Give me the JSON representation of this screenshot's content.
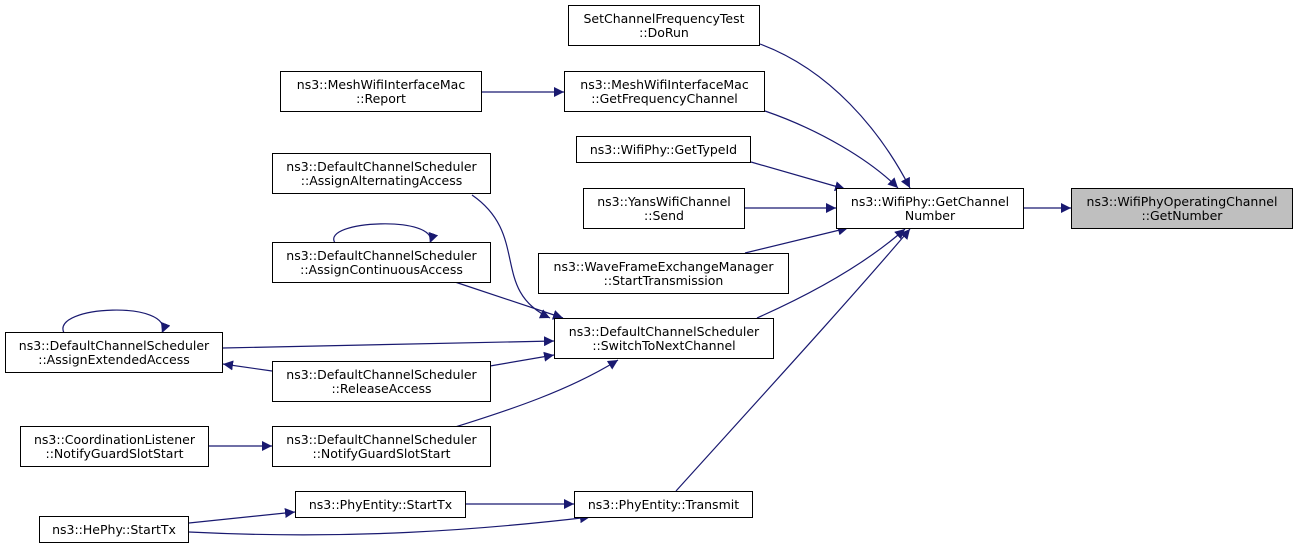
{
  "colors": {
    "edge": "#191970",
    "focus_fill": "#bfbfbf",
    "node_border": "#000000"
  },
  "nodes": {
    "getnumber": {
      "line1": "ns3::WifiPhyOperatingChannel",
      "line2": "::GetNumber"
    },
    "getchannelnumber": {
      "line1": "ns3::WifiPhy::GetChannel",
      "line2": "Number"
    },
    "setchanfreq": {
      "line1": "SetChannelFrequencyTest",
      "line2": "::DoRun"
    },
    "meshgetfreq": {
      "line1": "ns3::MeshWifiInterfaceMac",
      "line2": "::GetFrequencyChannel"
    },
    "meshreport": {
      "line1": "ns3::MeshWifiInterfaceMac",
      "line2": "::Report"
    },
    "gettypeid": {
      "line1": "ns3::WifiPhy::GetTypeId"
    },
    "yanssend": {
      "line1": "ns3::YansWifiChannel",
      "line2": "::Send"
    },
    "wavestart": {
      "line1": "ns3::WaveFrameExchangeManager",
      "line2": "::StartTransmission"
    },
    "switchnext": {
      "line1": "ns3::DefaultChannelScheduler",
      "line2": "::SwitchToNextChannel"
    },
    "assignalt": {
      "line1": "ns3::DefaultChannelScheduler",
      "line2": "::AssignAlternatingAccess"
    },
    "assigncont": {
      "line1": "ns3::DefaultChannelScheduler",
      "line2": "::AssignContinuousAccess"
    },
    "assignext": {
      "line1": "ns3::DefaultChannelScheduler",
      "line2": "::AssignExtendedAccess"
    },
    "release": {
      "line1": "ns3::DefaultChannelScheduler",
      "line2": "::ReleaseAccess"
    },
    "notifyguard": {
      "line1": "ns3::DefaultChannelScheduler",
      "line2": "::NotifyGuardSlotStart"
    },
    "coordguard": {
      "line1": "ns3::CoordinationListener",
      "line2": "::NotifyGuardSlotStart"
    },
    "transmit": {
      "line1": "ns3::PhyEntity::Transmit"
    },
    "phystarttx": {
      "line1": "ns3::PhyEntity::StartTx"
    },
    "hestarttx": {
      "line1": "ns3::HePhy::StartTx"
    }
  }
}
